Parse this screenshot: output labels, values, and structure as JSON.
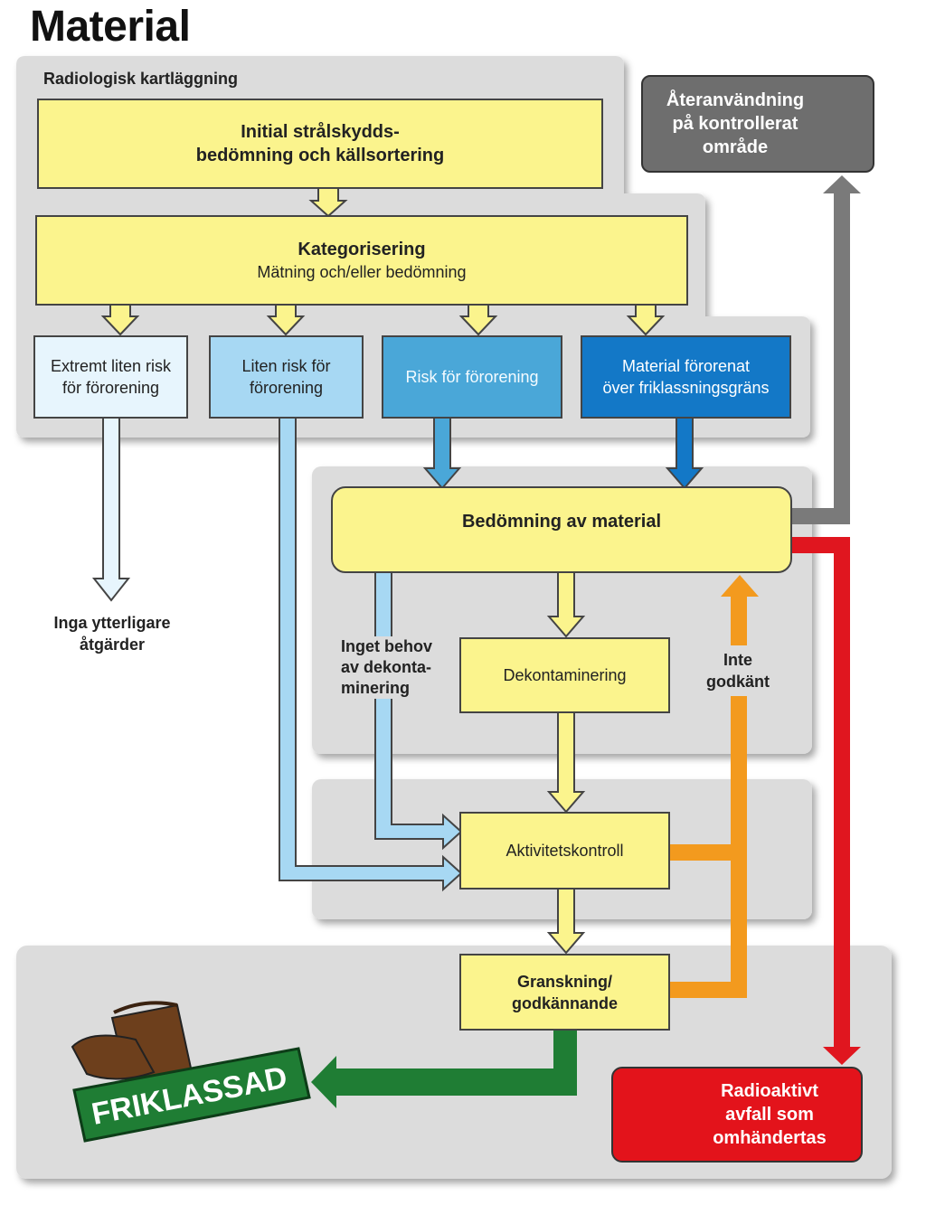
{
  "title": "Material",
  "section_label": "Radiologisk kartläggning",
  "initial_box": {
    "line1": "Initial strålskydds-",
    "line2": "bedömning och källsortering"
  },
  "categorization": {
    "title": "Kategorisering",
    "subtitle": "Mätning och/eller bedömning"
  },
  "categories": [
    {
      "line1": "Extremt liten risk",
      "line2": "för förorening",
      "color": "#e7f5fd"
    },
    {
      "line1": "Liten risk för",
      "line2": "förorening",
      "color": "#a7d8f3"
    },
    {
      "line1": "Risk för förorening",
      "line2": "",
      "color": "#4aa7d8"
    },
    {
      "line1": "Material förorenat",
      "line2": "över friklassningsgräns",
      "color": "#1378c7"
    }
  ],
  "no_action": {
    "line1": "Inga ytterligare",
    "line2": "åtgärder"
  },
  "reuse": {
    "line1": "Återanvändning",
    "line2": "på kontrollerat",
    "line3": "område",
    "icon": "recycle-icon"
  },
  "assessment": "Bedömning av material",
  "no_decon": {
    "line1": "Inget behov",
    "line2": "av dekonta-",
    "line3": "minering"
  },
  "decontamination": "Dekontaminering",
  "not_approved": {
    "line1": "Inte",
    "line2": "godkänt"
  },
  "activity_check": "Aktivitetskontroll",
  "review": {
    "line1": "Granskning/",
    "line2": "godkännande"
  },
  "cleared_stamp": "FRIKLASSAD",
  "radioactive_waste": {
    "line1": "Radioaktivt",
    "line2": "avfall som",
    "line3": "omhändertas",
    "icon": "radiation-icon"
  },
  "colors": {
    "yellow": "#fbf48d",
    "panel": "#dcdcdc",
    "grey_arrow": "#7a7a7a",
    "red_arrow": "#e0161f",
    "orange_arrow": "#f39a1e",
    "green_arrow": "#1f7d34",
    "reuse_box": "#6e6e6e",
    "waste_box": "#e3131b"
  }
}
